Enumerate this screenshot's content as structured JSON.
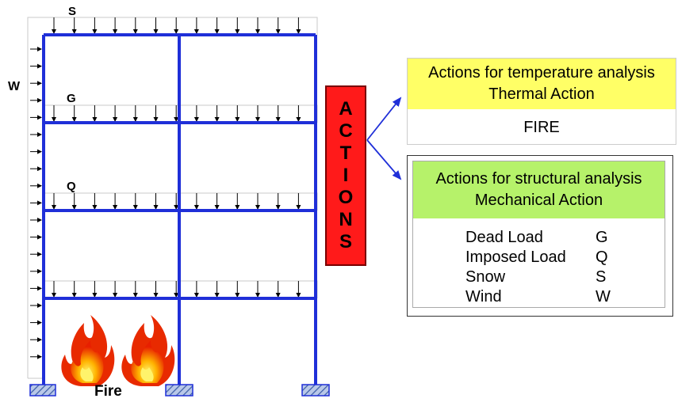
{
  "frame": {
    "load_labels": {
      "snow": "S",
      "wind": "W",
      "dead": "G",
      "imposed": "Q"
    },
    "fire_label": "Fire"
  },
  "actions_letters": [
    "A",
    "C",
    "T",
    "I",
    "O",
    "N",
    "S"
  ],
  "thermal_panel": {
    "title_line1": "Actions for temperature analysis",
    "title_line2": "Thermal  Action",
    "body": "FIRE"
  },
  "mechanical_panel": {
    "title_line1": "Actions for structural analysis",
    "title_line2": "Mechanical  Action",
    "rows": [
      {
        "name": "Dead Load",
        "symbol": "G"
      },
      {
        "name": "Imposed Load",
        "symbol": "Q"
      },
      {
        "name": "Snow",
        "symbol": "S"
      },
      {
        "name": "Wind",
        "symbol": "W"
      }
    ]
  },
  "colors": {
    "frame_blue": "#1f2fd8",
    "actions_red": "#ff1a1a",
    "thermal_header": "#ffff66",
    "mechanical_header": "#b6f26a",
    "support_hatch": "#5b78b8"
  }
}
